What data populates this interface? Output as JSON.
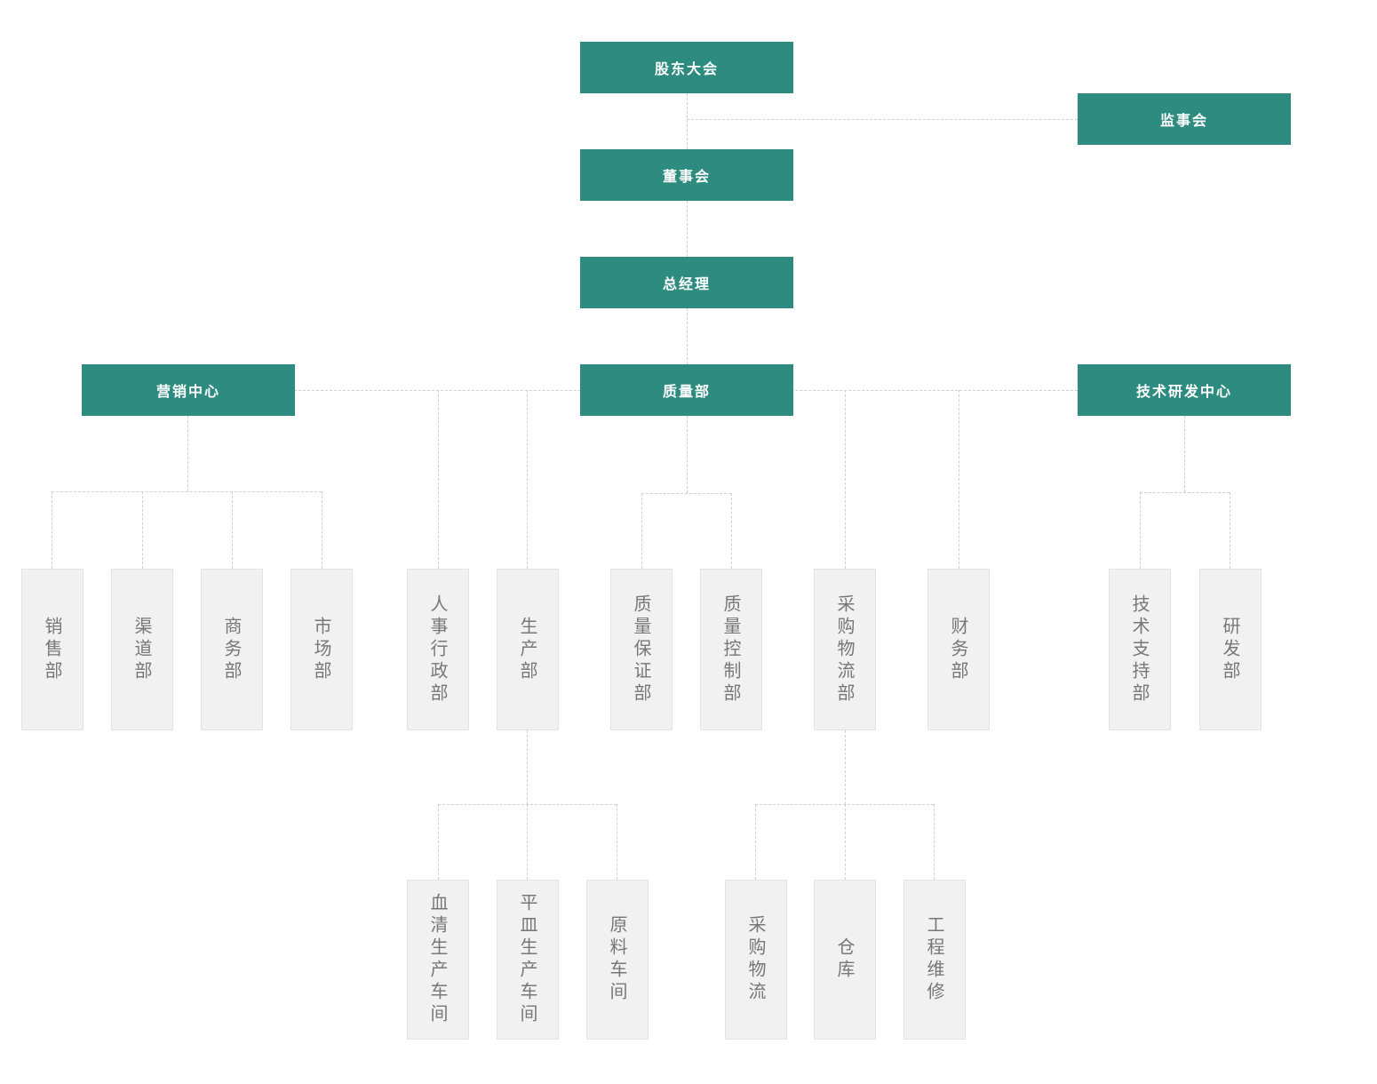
{
  "diagram": {
    "title": "company-organization-chart",
    "colors": {
      "accent_teal": "#2e8b80",
      "node_fill_gray": "#f1f1f1",
      "node_border_gray": "#e3e3e3",
      "node_text_gray": "#777777",
      "connector_dashed_gray": "#cfcfcf",
      "teal_text": "#ffffff"
    }
  },
  "nodes": {
    "shareholders_meeting": "股东大会",
    "supervisory_board": "监事会",
    "board_of_directors": "董事会",
    "general_manager": "总经理",
    "marketing_center": "营销中心",
    "quality_dept": "质量部",
    "tech_rd_center": "技术研发中心",
    "sales_dept": "销售部",
    "channel_dept": "渠道部",
    "business_dept": "商务部",
    "market_dept": "市场部",
    "hr_admin_dept": "人事行政部",
    "production_dept": "生产部",
    "quality_assurance_dept": "质量保证部",
    "quality_control_dept": "质量控制部",
    "procurement_logistics_dept": "采购物流部",
    "finance_dept": "财务部",
    "tech_support_dept": "技术支持部",
    "rd_dept": "研发部",
    "serum_production_workshop": "血清生产车间",
    "plate_production_workshop": "平皿生产车间",
    "raw_material_workshop": "原料车间",
    "procurement_logistics": "采购物流",
    "warehouse": "仓库",
    "engineering_maintenance": "工程维修"
  },
  "hierarchy_note": "股东大会>董事会>总经理; 监事会 linked to 股东大会; 总经理>营销中心/质量部/技术研发中心 row; second level departments; 生产部 and 采购物流部 have workshop children"
}
